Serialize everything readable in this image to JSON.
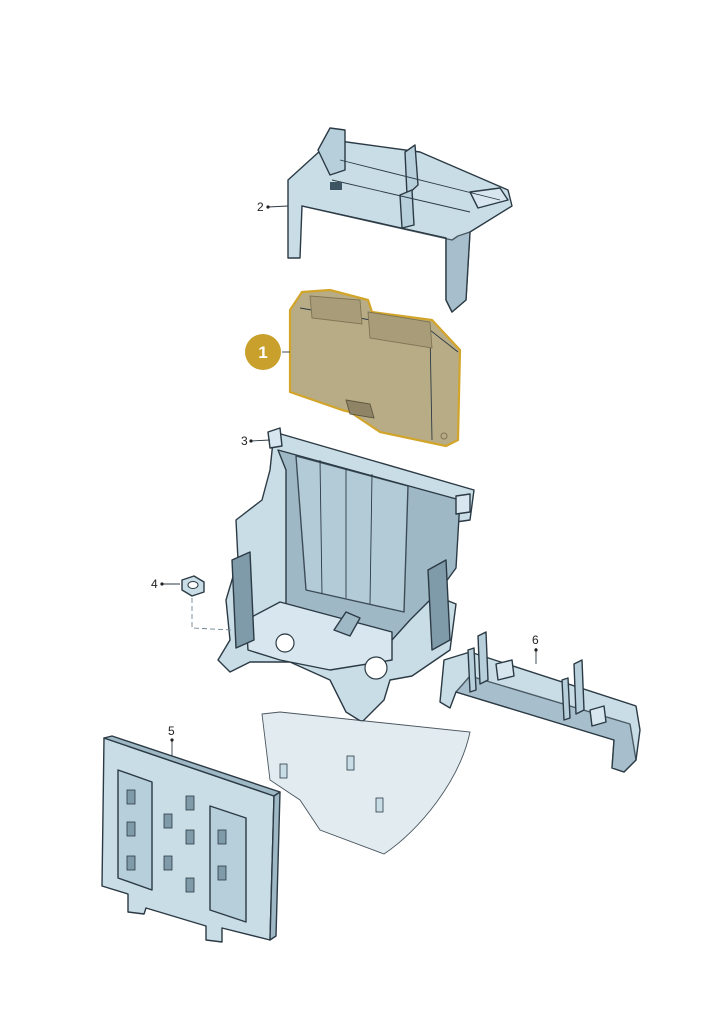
{
  "diagram": {
    "highlighted_part": "1",
    "callouts": [
      {
        "id": "part-1",
        "label": "1"
      },
      {
        "id": "part-2",
        "label": "2"
      },
      {
        "id": "part-3",
        "label": "3"
      },
      {
        "id": "part-4",
        "label": "4"
      },
      {
        "id": "part-5",
        "label": "5"
      },
      {
        "id": "part-6",
        "label": "6"
      }
    ],
    "colors": {
      "part_fill": "#c9dde7",
      "part_shadow": "#9fb8c6",
      "part_dark": "#7f9aa9",
      "highlight_fill": "#b8ac86",
      "highlight_outline": "#d2a52a",
      "badge_fill": "#c9a02c",
      "outline": "#2b3a44"
    }
  }
}
